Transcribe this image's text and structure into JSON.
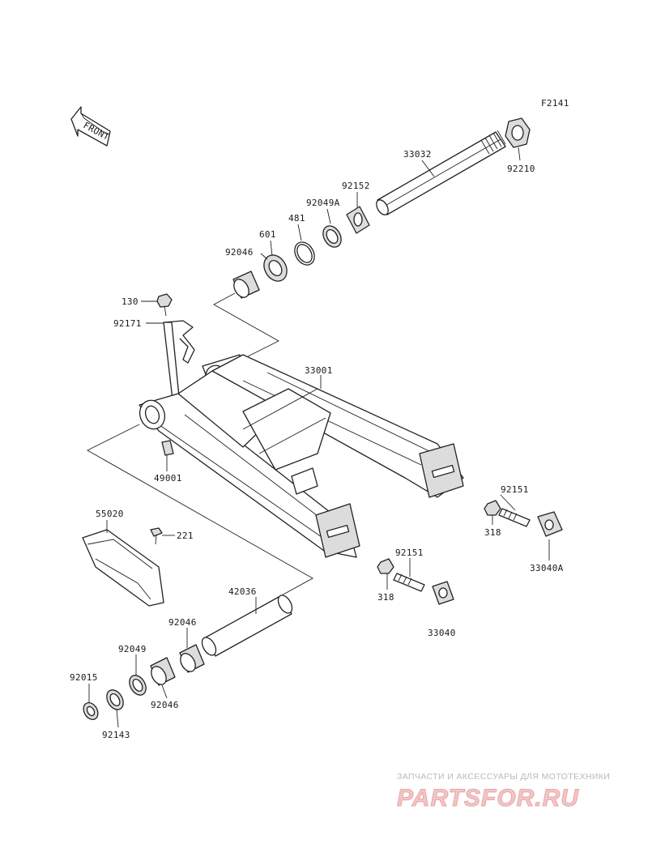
{
  "diagram_ref": "F2141",
  "front_label": "FRONT",
  "parts": {
    "p33032": "33032",
    "p92210": "92210",
    "p92152": "92152",
    "p92049A": "92049A",
    "p481": "481",
    "p601": "601",
    "p92046_top": "92046",
    "p130": "130",
    "p92171": "92171",
    "p33001": "33001",
    "p49001": "49001",
    "p92151_right": "92151",
    "p318_right": "318",
    "p33040A": "33040A",
    "p55020": "55020",
    "p221": "221",
    "p92151_mid": "92151",
    "p318_mid": "318",
    "p33040": "33040",
    "p42036": "42036",
    "p92046_mid": "92046",
    "p92049": "92049",
    "p92015": "92015",
    "p92046_bottom": "92046",
    "p92143": "92143"
  },
  "watermark": {
    "tagline": "ЗАПЧАСТИ И АКСЕССУАРЫ ДЛЯ МОТОТЕХНИКИ",
    "brand": "PARTSFOR.RU"
  }
}
